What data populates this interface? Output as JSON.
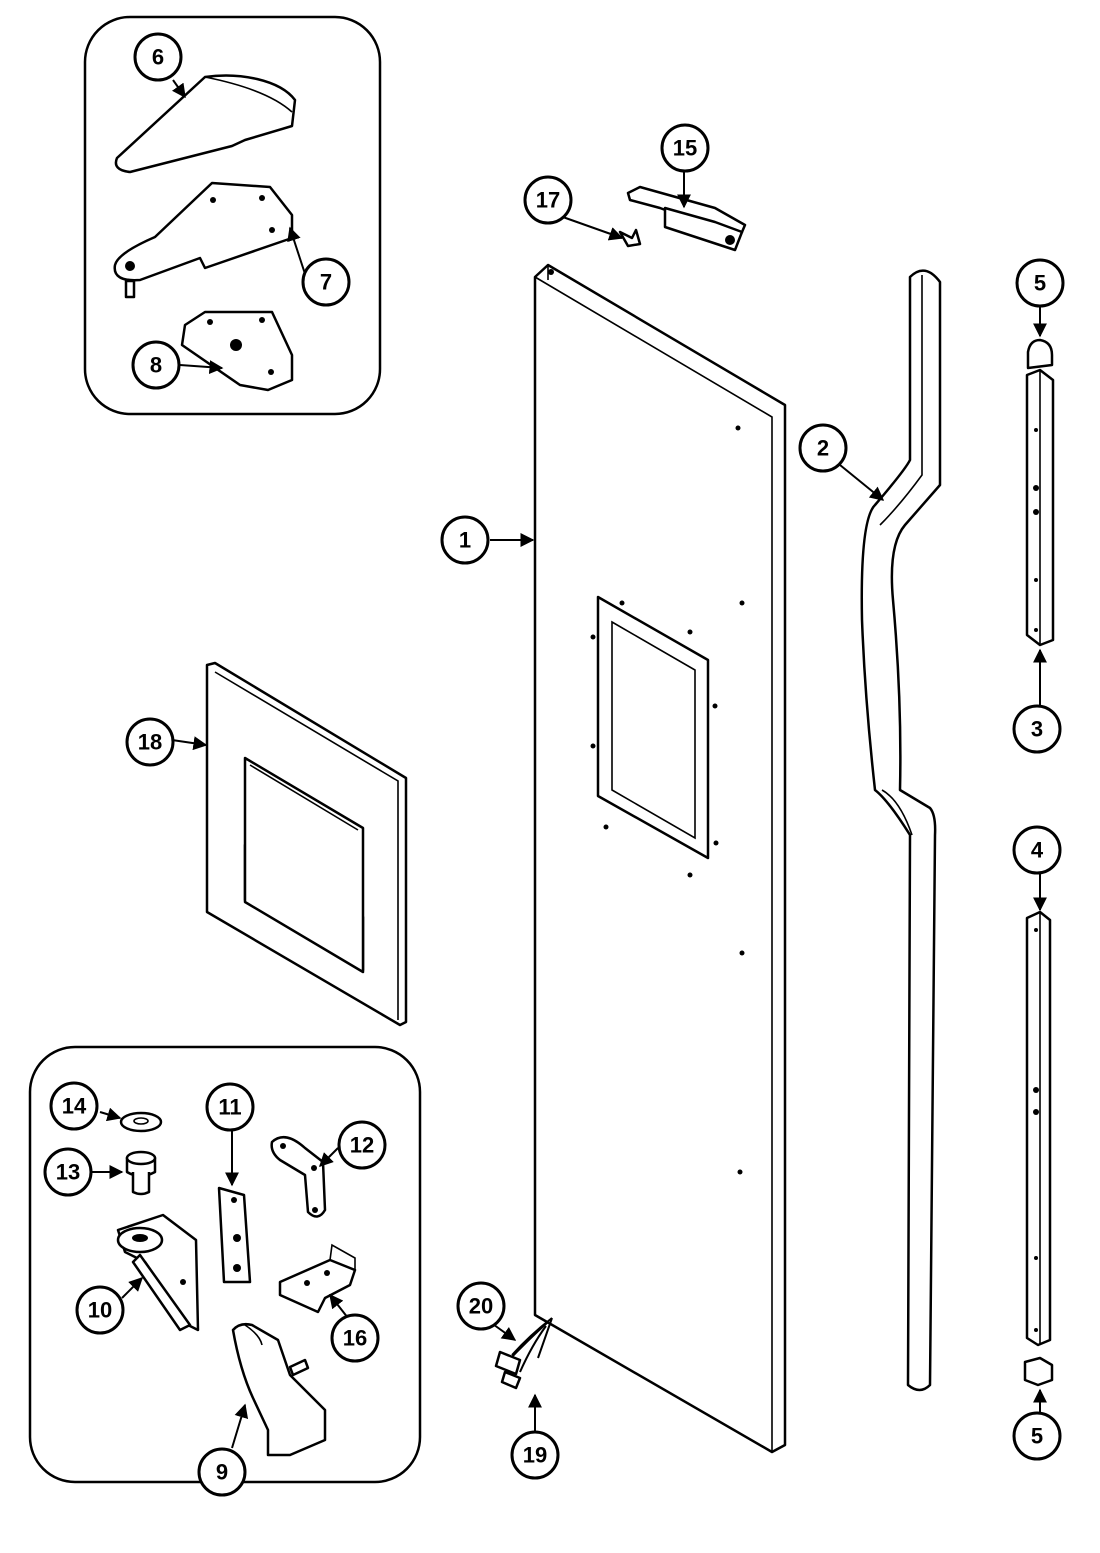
{
  "callouts": {
    "c1": "1",
    "c2": "2",
    "c3": "3",
    "c4": "4",
    "c5a": "5",
    "c5b": "5",
    "c6": "6",
    "c7": "7",
    "c8": "8",
    "c9": "9",
    "c10": "10",
    "c11": "11",
    "c12": "12",
    "c13": "13",
    "c14": "14",
    "c15": "15",
    "c16": "16",
    "c17": "17",
    "c18": "18",
    "c19": "19",
    "c20": "20"
  }
}
